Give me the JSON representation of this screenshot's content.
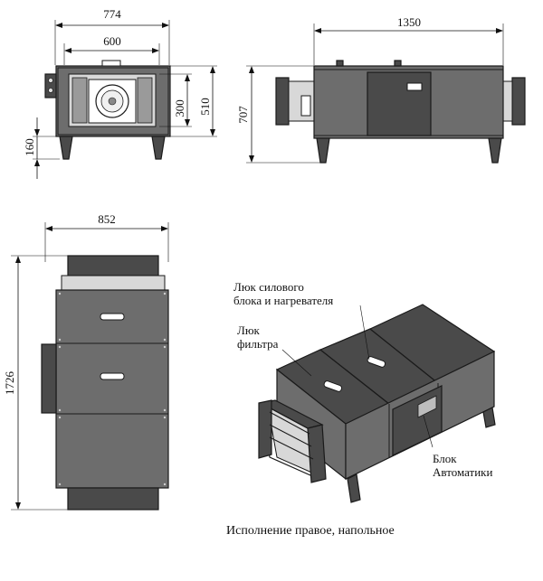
{
  "dimensions": {
    "front_width_outer": "774",
    "front_width_inner": "600",
    "front_opening_height": "300",
    "front_height": "510",
    "leg_height": "160",
    "side_length": "1350",
    "side_height": "707",
    "top_width": "852",
    "top_length": "1726"
  },
  "labels": {
    "hatch_power": [
      "Люк силового",
      "блока и нагревателя"
    ],
    "hatch_filter": [
      "Люк",
      "фильтра"
    ],
    "automation": [
      "Блок",
      "Автоматики"
    ]
  },
  "caption": "Исполнение правое, напольное",
  "colors": {
    "housing": "#6d6d6d",
    "housing_dark": "#4a4a4a",
    "panel_light": "#d8d8d8",
    "line": "#1a1a1a"
  }
}
